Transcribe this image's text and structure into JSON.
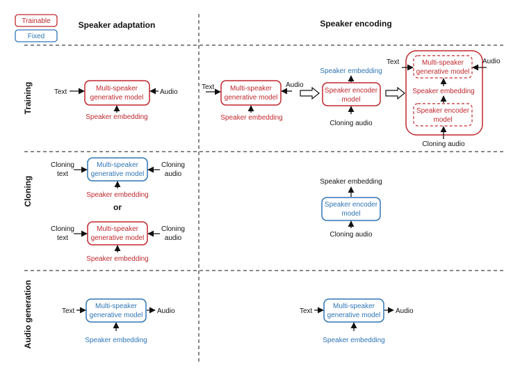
{
  "legend": {
    "trainable": "Trainable",
    "fixed": "Fixed"
  },
  "headers": {
    "adaptation": "Speaker adaptation",
    "encoding": "Speaker encoding"
  },
  "rows": {
    "training": "Training",
    "cloning": "Cloning",
    "generation": "Audio generation"
  },
  "labels": {
    "text": "Text",
    "audio": "Audio",
    "speaker_embedding": "Speaker embedding",
    "cloning_text_1": "Cloning",
    "cloning_text_2": "text",
    "cloning_audio_1": "Cloning",
    "cloning_audio_2": "audio",
    "cloning_audio": "Cloning audio",
    "or": "or"
  },
  "boxes": {
    "generative_1": "Multi-speaker",
    "generative_2": "generative model",
    "encoder_1": "Speaker encoder",
    "encoder_2": "model"
  },
  "colors": {
    "trainable": "#c0272d",
    "fixed": "#2e75b6",
    "line": "#111111"
  }
}
